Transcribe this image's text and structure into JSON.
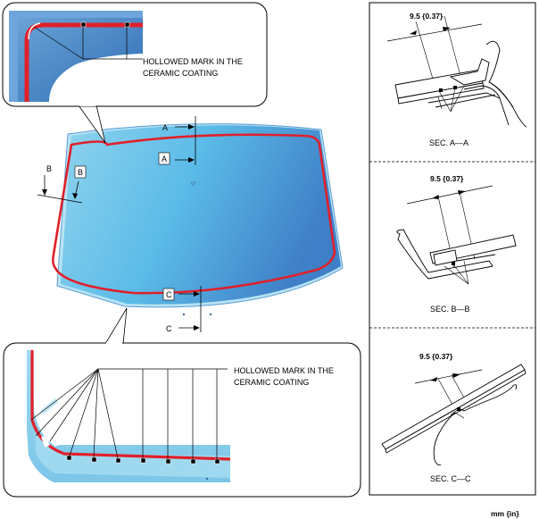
{
  "callouts": {
    "top_note_line1": "HOLLOWED MARK IN THE",
    "top_note_line2": "CERAMIC COATING",
    "bottom_note_line1": "HOLLOWED MARK IN THE",
    "bottom_note_line2": "CERAMIC COATING"
  },
  "section_marks": {
    "a_top": "A",
    "a_bottom": "A",
    "b_left": "B",
    "b_right": "B",
    "c_top": "C",
    "c_bottom": "C"
  },
  "sections": [
    {
      "dimension": "9.5 {0.37}",
      "caption": "SEC. A—A"
    },
    {
      "dimension": "9.5 {0.37}",
      "caption": "SEC. B—B"
    },
    {
      "dimension": "9.5 {0.37}",
      "caption": "SEC. C—C"
    }
  ],
  "unit_label": "mm {in}",
  "colors": {
    "glass_light": "#8fd3ee",
    "glass_dark": "#3f7fc7",
    "ceramic_line": "#e0202a",
    "frame": "#000000"
  }
}
